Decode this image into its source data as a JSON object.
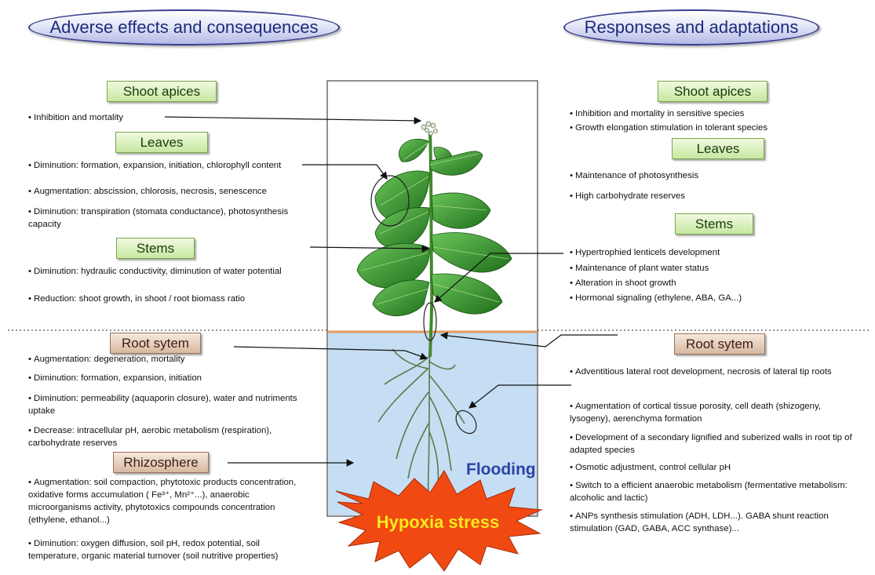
{
  "left_header": "Adverse effects and consequences",
  "right_header": "Responses and adaptations",
  "left": {
    "shoot": {
      "title": "Shoot apices",
      "items": [
        "Inhibition and mortality"
      ]
    },
    "leaves": {
      "title": "Leaves",
      "items": [
        "Diminution: formation, expansion, initiation, chlorophyll content",
        "Augmentation: abscission, chlorosis, necrosis, senescence",
        "Diminution: transpiration (stomata conductance), photosynthesis capacity"
      ]
    },
    "stems": {
      "title": "Stems",
      "items": [
        "Diminution: hydraulic conductivity, diminution of water potential",
        "Reduction: shoot growth, in shoot / root biomass ratio"
      ]
    },
    "root": {
      "title": "Root sytem",
      "items": [
        "Augmentation: degeneration, mortality",
        "Diminution: formation, expansion, initiation",
        "Diminution: permeability (aquaporin closure), water and nutriments uptake",
        "Decrease: intracellular pH, aerobic metabolism (respiration), carbohydrate reserves"
      ]
    },
    "rhizo": {
      "title": "Rhizosphere",
      "items": [
        "Augmentation: soil compaction, phytotoxic products concentration, oxidative forms accumulation ( Fe³⁺, Mn²⁺...), anaerobic microorganisms activity, phytotoxics compounds concentration (ethylene, ethanol...)",
        "Diminution: oxygen diffusion, soil pH, redox potential, soil temperature, organic material turnover (soil nutritive properties)"
      ]
    }
  },
  "right": {
    "shoot": {
      "title": "Shoot apices",
      "items": [
        "Inhibition and mortality in sensitive species",
        "Growth elongation stimulation in tolerant species"
      ]
    },
    "leaves": {
      "title": "Leaves",
      "items": [
        "Maintenance of photosynthesis",
        "High carbohydrate reserves"
      ]
    },
    "stems": {
      "title": "Stems",
      "items": [
        "Hypertrophied lenticels development",
        "Maintenance of plant water status",
        "Alteration in shoot growth",
        "Hormonal signaling (ethylene, ABA, GA...)"
      ]
    },
    "root": {
      "title": "Root sytem",
      "items": [
        "Adventitious lateral root development, necrosis of lateral tip roots",
        "Augmentation of cortical tissue porosity, cell death (shizogeny, lysogeny), aerenchyma formation",
        "Development of a secondary lignified and suberized walls in root tip of adapted species",
        "Osmotic adjustment, control cellular pH",
        "Switch to a efficient anaerobic metabolism (fermentative metabolism: alcoholic and lactic)",
        "ANPs synthesis stimulation (ADH, LDH...). GABA shunt reaction stimulation (GAD, GABA, ACC synthase)..."
      ]
    }
  },
  "flooding_label": "Flooding",
  "hypoxia_label": "Hypoxia stress",
  "colors": {
    "water": "#c5def3",
    "leaf": "#2f8a2a",
    "burst": "#f04a12",
    "burst_text": "#f6ea1a"
  }
}
